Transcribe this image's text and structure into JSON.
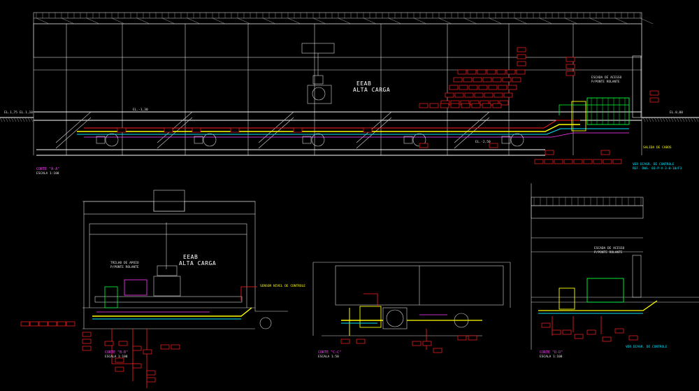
{
  "views": {
    "elevation": {
      "station": "EEAB",
      "subtitle": "ALTA CARGA",
      "view_title": "CORTE \"A-A\"",
      "scale": "ESCALA 1:100",
      "notes": [
        "ESCADA DE ACESSO",
        "P/PONTE ROLANTE",
        "SALIDA DE CABOS",
        "VER DIAGR. DE CONTROLE",
        "REF. DWG. 03-P-V-3-0-10/F3"
      ]
    },
    "section": {
      "station": "EEAB",
      "subtitle": "ALTA CARGA",
      "view_title": "CORTE \"B-B\"",
      "scale": "ESCALA 1:100",
      "notes": [
        "SENSOR NIVEL DE CONTROLE",
        "TRILHO DE APOIO",
        "P/PONTE ROLANTE"
      ]
    },
    "detail": {
      "view_title": "CORTE \"C-C\"",
      "scale": "ESCALA 1:50"
    },
    "elevation_small": {
      "view_title": "CORTE \"D-D\"",
      "scale": "ESCALA 1:100",
      "notes": [
        "ESCADA DE ACESSO",
        "P/PONTE ROLANTE",
        "VER DIAGR. DE CONTROLE"
      ]
    }
  },
  "levels": [
    "EL.1,75",
    "EL.1,10",
    "EL.0,00",
    "EL.-1,30",
    "EL.-2,50"
  ],
  "colors": {
    "background": "#000000",
    "structure": "#d8d8d8",
    "pipe_yellow": "#ffff00",
    "pipe_cyan": "#00e5ff",
    "pipe_green": "#00ff3c",
    "pipe_red": "#ff2020",
    "pipe_magenta": "#ff3bff",
    "tag_text": "#ffe600"
  }
}
